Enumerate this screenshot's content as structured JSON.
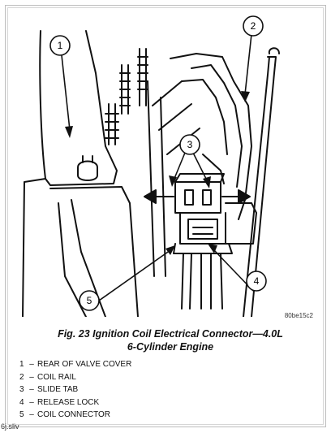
{
  "callouts": [
    "1",
    "2",
    "3",
    "4",
    "5"
  ],
  "figure_code": "80be15c2",
  "caption": {
    "line1": "Fig. 23 Ignition Coil Electrical Connector—4.0L",
    "line2": "6-Cylinder Engine"
  },
  "legend": [
    {
      "num": "1",
      "label": "REAR OF VALVE COVER"
    },
    {
      "num": "2",
      "label": "COIL RAIL"
    },
    {
      "num": "3",
      "label": "SLIDE TAB"
    },
    {
      "num": "4",
      "label": "RELEASE LOCK"
    },
    {
      "num": "5",
      "label": "COIL CONNECTOR"
    }
  ],
  "legend_dash": "–",
  "footer": "6j.sliv"
}
